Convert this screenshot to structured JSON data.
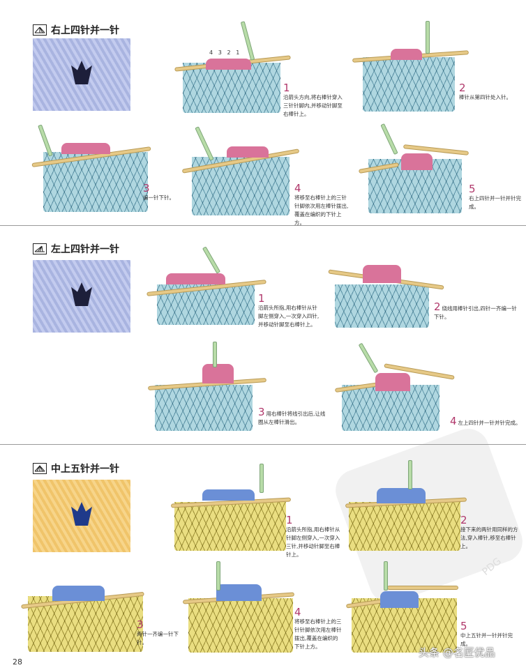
{
  "sections": [
    {
      "title": "右上四针并一针",
      "symbol": "right-4-together-symbol",
      "steps": [
        {
          "num": "1",
          "text": "沿箭头方向,将右棒针穿入三针针脚内,并移动针脚至右棒针上。"
        },
        {
          "num": "2",
          "text": "棒针从第四针处入针。"
        },
        {
          "num": "3",
          "text": "编一针下针。"
        },
        {
          "num": "4",
          "text": "将移至右棒针上的三针针脚依次用左棒针拨出,覆盖在编织的下针上方。"
        },
        {
          "num": "5",
          "text": "右上四针并一针并针完成。"
        }
      ],
      "arrow_labels": [
        "4",
        "3",
        "2",
        "1"
      ]
    },
    {
      "title": "左上四针并一针",
      "symbol": "left-4-together-symbol",
      "steps": [
        {
          "num": "1",
          "text": "沿箭头所指,用右棒针从针脚左侧穿入,一次穿入四针,并移动针脚至右棒针上。"
        },
        {
          "num": "2",
          "text": "绕线用棒针引出,四针一齐编一针下针。"
        },
        {
          "num": "3",
          "text": "用右棒针将线引出后,让线圈从左棒针滑出。"
        },
        {
          "num": "4",
          "text": "左上四针并一针并针完成。"
        }
      ]
    },
    {
      "title": "中上五针并一针",
      "symbol": "center-5-together-symbol",
      "steps": [
        {
          "num": "1",
          "text": "沿箭头所指,用右棒针从针脚左侧穿入,一次穿入三针,并移动针脚至右棒针上。"
        },
        {
          "num": "2",
          "text": "接下来的两针用同样的方法,穿入棒针,移至右棒针上。"
        },
        {
          "num": "3",
          "text": "两针一齐编一针下针。"
        },
        {
          "num": "4",
          "text": "将移至右棒针上的三针针脚依次用左棒针拨出,覆盖在编织的下针上方。"
        },
        {
          "num": "5",
          "text": "中上五针并一针并针完成。"
        }
      ]
    }
  ],
  "page_number": "28",
  "watermark": "头条 @名匠优品",
  "watermark_corner": "PDG",
  "colors": {
    "accent": "#b0376a",
    "pink_stitch": "#d9739a",
    "blue_stitch": "#6b8fd6",
    "swatch_blue": "#cfe6ec",
    "swatch_yellow": "#f2ecb0"
  }
}
